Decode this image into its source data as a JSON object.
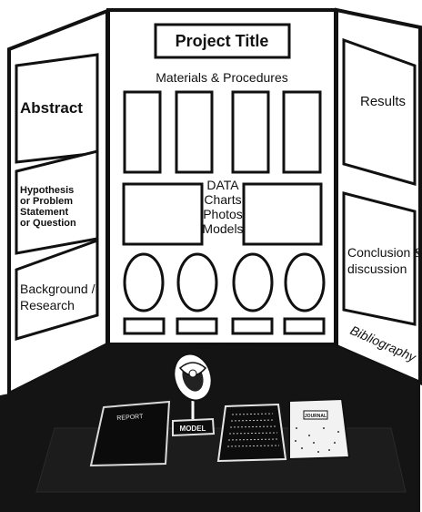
{
  "board": {
    "title": "Project Title",
    "materials": "Materials & Procedures",
    "data_lines": [
      "DATA",
      "Charts",
      "Photos",
      "Models"
    ],
    "left_panels": {
      "abstract": "Abstract",
      "hypothesis_lines": [
        "Hypothesis",
        "or Problem",
        "Statement",
        "or Question"
      ],
      "background_lines": [
        "Background /",
        "Research"
      ]
    },
    "right_panels": {
      "results": "Results",
      "conclusion_lines": [
        "Conclusion &",
        "discussion"
      ],
      "bibliography": "Bibliography"
    }
  },
  "table_items": {
    "report": "REPORT",
    "model": "MODEL",
    "journal": "JOURNAL"
  },
  "colors": {
    "ink": "#111111",
    "panel": "#ffffff",
    "table": "#141414"
  }
}
